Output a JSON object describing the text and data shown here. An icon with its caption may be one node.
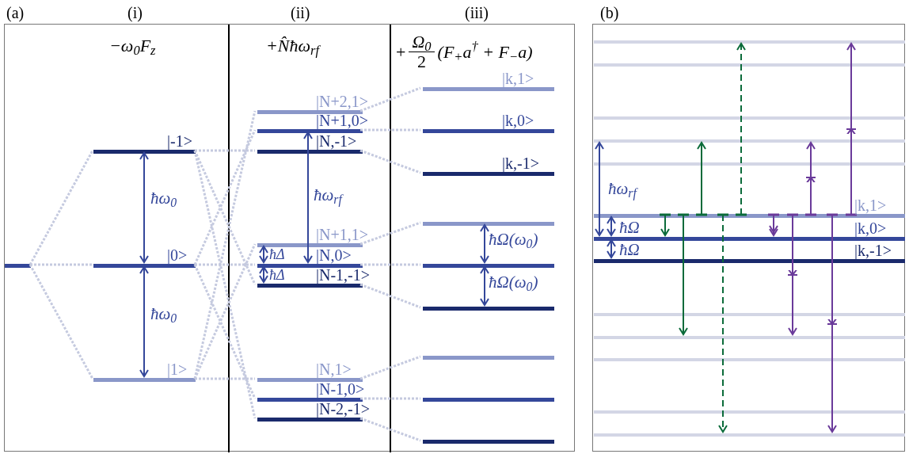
{
  "diagram": {
    "nodes": [
      {
        "text": [
          "(a)"
        ]
      },
      {
        "text": [
          "(i)",
          "−ω$_{0}$F$_{z}$"
        ],
        "in": 0
      },
      {
        "text": [
          "(ii)",
          "+N̂ħω$_{rf}$"
        ],
        "in": 0
      },
      {
        "text": [
          "(iii)",
          "+",
          "Ω$_{0}$",
          "2",
          "(F$_{+}$a$^{†}$ + F$_{−}$a)"
        ],
        "in": 0
      },
      {
        "text": [
          "(b)"
        ]
      },
      {
        "text": [],
        "shape": "bar",
        "in": 1
      },
      {
        "text": [
          "|-1>"
        ],
        "in": 1
      },
      {
        "text": [
          "|0>"
        ],
        "in": 1
      },
      {
        "text": [
          "|1>"
        ],
        "in": 1
      },
      {
        "text": [
          "|N+2,1>"
        ],
        "in": 2
      },
      {
        "text": [
          "|N+1,0>"
        ],
        "in": 2
      },
      {
        "text": [
          "|N,-1>"
        ],
        "in": 2
      },
      {
        "text": [
          "|N+1,1>"
        ],
        "in": 2
      },
      {
        "text": [
          "|N,0>"
        ],
        "in": 2
      },
      {
        "text": [
          "|N-1,-1>"
        ],
        "in": 2
      },
      {
        "text": [
          "|N,1>"
        ],
        "in": 2
      },
      {
        "text": [
          "|N-1,0>"
        ],
        "in": 2
      },
      {
        "text": [
          "|N-2,-1>"
        ],
        "in": 2
      },
      {
        "text": [
          "|k,1>"
        ],
        "in": 3
      },
      {
        "text": [
          "|k,0>"
        ],
        "in": 3
      },
      {
        "text": [
          "|k,-1>"
        ],
        "in": 3
      },
      {
        "text": [],
        "shape": "bar",
        "in": 3
      },
      {
        "text": [],
        "shape": "bar",
        "in": 3
      },
      {
        "text": [],
        "shape": "bar",
        "in": 3
      },
      {
        "text": [],
        "shape": "bar",
        "in": 3
      },
      {
        "text": [],
        "shape": "bar",
        "in": 3
      },
      {
        "text": [],
        "shape": "bar",
        "in": 3
      },
      {
        "text": [],
        "shape": "bar",
        "in": 4
      },
      {
        "text": [],
        "shape": "bar",
        "in": 4
      },
      {
        "text": [],
        "shape": "bar",
        "in": 4
      },
      {
        "text": [],
        "shape": "bar",
        "in": 4
      },
      {
        "text": [],
        "shape": "bar",
        "in": 4
      },
      {
        "text": [
          "|k,1>"
        ],
        "in": 4
      },
      {
        "text": [
          "|k,0>"
        ],
        "in": 4
      },
      {
        "text": [
          "|k,-1>"
        ],
        "in": 4
      },
      {
        "text": [],
        "shape": "bar",
        "in": 4
      },
      {
        "text": [],
        "shape": "bar",
        "in": 4
      },
      {
        "text": [],
        "shape": "bar",
        "in": 4
      },
      {
        "text": [],
        "shape": "bar",
        "in": 4
      },
      {
        "text": [],
        "shape": "bar",
        "in": 4
      }
    ],
    "edges": [
      {
        "from": 5,
        "to": 6,
        "arrow": "none",
        "style": "dashed"
      },
      {
        "from": 5,
        "to": 7,
        "arrow": "none",
        "style": "dashed"
      },
      {
        "from": 5,
        "to": 8,
        "arrow": "none",
        "style": "dashed"
      },
      {
        "from": 6,
        "to": 11,
        "arrow": "none",
        "style": "dashed"
      },
      {
        "from": 6,
        "to": 14,
        "arrow": "none",
        "style": "dashed"
      },
      {
        "from": 6,
        "to": 17,
        "arrow": "none",
        "style": "dashed"
      },
      {
        "from": 7,
        "to": 10,
        "arrow": "none",
        "style": "dashed"
      },
      {
        "from": 7,
        "to": 13,
        "arrow": "none",
        "style": "dashed"
      },
      {
        "from": 7,
        "to": 16,
        "arrow": "none",
        "style": "dashed"
      },
      {
        "from": 8,
        "to": 9,
        "arrow": "none",
        "style": "dashed"
      },
      {
        "from": 8,
        "to": 12,
        "arrow": "none",
        "style": "dashed"
      },
      {
        "from": 8,
        "to": 15,
        "arrow": "none",
        "style": "dashed"
      },
      {
        "from": 9,
        "to": 18,
        "arrow": "none",
        "style": "dashed"
      },
      {
        "from": 10,
        "to": 19,
        "arrow": "none",
        "style": "dashed"
      },
      {
        "from": 11,
        "to": 20,
        "arrow": "none",
        "style": "dashed"
      },
      {
        "from": 12,
        "to": 21,
        "arrow": "none",
        "style": "dashed"
      },
      {
        "from": 13,
        "to": 22,
        "arrow": "none",
        "style": "dashed"
      },
      {
        "from": 14,
        "to": 23,
        "arrow": "none",
        "style": "dashed"
      },
      {
        "from": 15,
        "to": 24,
        "arrow": "none",
        "style": "dashed"
      },
      {
        "from": 16,
        "to": 25,
        "arrow": "none",
        "style": "dashed"
      },
      {
        "from": 17,
        "to": 26,
        "arrow": "none",
        "style": "dashed"
      },
      {
        "from": 32,
        "to": 33,
        "arrow": "to",
        "color": "#0b6b3a"
      },
      {
        "from": 32,
        "to": 36,
        "arrow": "to",
        "color": "#0b6b3a"
      },
      {
        "from": 32,
        "to": 30,
        "arrow": "to",
        "color": "#0b6b3a"
      },
      {
        "from": 32,
        "to": 39,
        "arrow": "to",
        "color": "#0b6b3a",
        "style": "dashed"
      },
      {
        "from": 32,
        "to": 27,
        "arrow": "to",
        "color": "#0b6b3a",
        "style": "dashed"
      },
      {
        "from": 32,
        "to": 33,
        "arrow": "to",
        "color": "#6a3a9a"
      },
      {
        "from": 32,
        "to": 36,
        "arrow": "to",
        "color": "#6a3a9a"
      },
      {
        "from": 32,
        "to": 30,
        "arrow": "to",
        "color": "#6a3a9a"
      },
      {
        "from": 32,
        "to": 39,
        "arrow": "to",
        "color": "#6a3a9a"
      },
      {
        "from": 32,
        "to": 27,
        "arrow": "to",
        "color": "#6a3a9a"
      },
      {
        "from": 6,
        "to": 7,
        "arrow": "both",
        "color": "#34479a",
        "label": "ħω$_{0}$"
      },
      {
        "from": 7,
        "to": 8,
        "arrow": "both",
        "color": "#34479a",
        "label": "ħω$_{0}$"
      },
      {
        "from": 10,
        "to": 13,
        "arrow": "both",
        "color": "#34479a",
        "label": "ħω$_{rf}$"
      },
      {
        "from": 12,
        "to": 13,
        "arrow": "both",
        "color": "#34479a",
        "label": "ħΔ"
      },
      {
        "from": 13,
        "to": 14,
        "arrow": "both",
        "color": "#34479a",
        "label": "ħΔ"
      },
      {
        "from": 21,
        "to": 22,
        "arrow": "both",
        "color": "#34479a",
        "label": "ħΩ(ω$_{0}$)"
      },
      {
        "from": 22,
        "to": 23,
        "arrow": "both",
        "color": "#34479a",
        "label": "ħΩ(ω$_{0}$)"
      },
      {
        "from": 30,
        "to": 33,
        "arrow": "both",
        "color": "#34479a",
        "label": "ħω$_{rf}$"
      },
      {
        "from": 32,
        "to": 33,
        "arrow": "both",
        "color": "#34479a",
        "label": "ħΩ"
      },
      {
        "from": 33,
        "to": 34,
        "arrow": "both",
        "color": "#34479a",
        "label": "ħΩ"
      }
    ]
  }
}
